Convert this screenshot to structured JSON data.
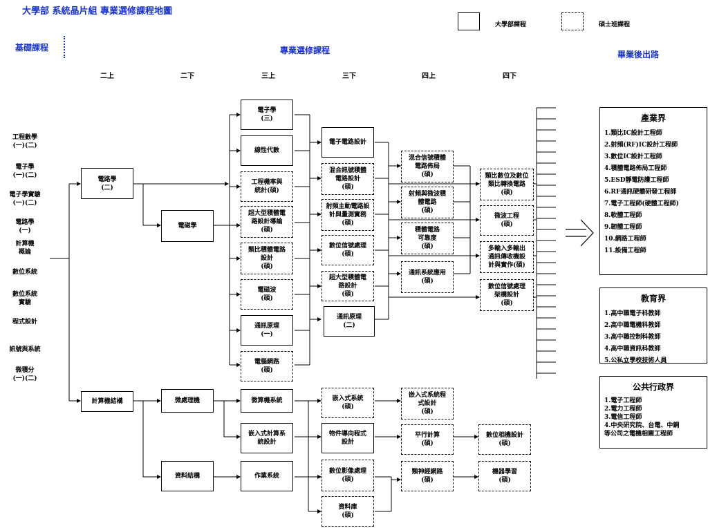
{
  "title": "大學部 系統晶片組 專業選修課程地圖",
  "legend": [
    {
      "label": "大學部課程",
      "style": "solid"
    },
    {
      "label": "碩士班課程",
      "style": "dashed"
    }
  ],
  "sections": {
    "basic": "基礎課程",
    "elective": "專業選修課程",
    "career": "畢業後出路"
  },
  "semesters": [
    "二上",
    "二下",
    "三上",
    "三下",
    "四上",
    "四下"
  ],
  "basic_courses": [
    "工程數學\n(一)(二)",
    "電子學\n(一)(二)",
    "電子學實驗\n(一)(二)",
    "電路學\n(一)",
    "計算機\n概論",
    "數位系統",
    "數位系統\n實驗",
    "程式設計",
    "訊號與系統",
    "微積分\n(一)(二)"
  ],
  "courses": {
    "circuit2": {
      "label": "電路學\n(二)",
      "style": "solid"
    },
    "computer_org": {
      "label": "計算機結構",
      "style": "solid"
    },
    "electromagnetics": {
      "label": "電磁學",
      "style": "solid"
    },
    "microprocessor": {
      "label": "微處理機",
      "style": "solid"
    },
    "data_structure": {
      "label": "資料結構",
      "style": "solid"
    },
    "electronics3": {
      "label": "電子學\n(三)",
      "style": "solid"
    },
    "linear_algebra": {
      "label": "線性代數",
      "style": "solid"
    },
    "probability": {
      "label": "工程機率與\n統計(碩)",
      "style": "dashed"
    },
    "vlsi_intro": {
      "label": "超大型積體電\n路設計導論\n(碩)",
      "style": "dashed"
    },
    "analog_ic": {
      "label": "類比積體電路\n設計\n(碩)",
      "style": "dashed"
    },
    "em_waves": {
      "label": "電磁波\n(碩)",
      "style": "dashed"
    },
    "comm1": {
      "label": "通訊原理\n(一)",
      "style": "solid"
    },
    "networks": {
      "label": "電腦網路\n(碩)",
      "style": "dashed"
    },
    "microcomputer": {
      "label": "微算機系統",
      "style": "solid"
    },
    "embedded_comp": {
      "label": "嵌入式計算系\n統設計",
      "style": "solid"
    },
    "os": {
      "label": "作業系統",
      "style": "solid"
    },
    "elec_circuit_design": {
      "label": "電子電路設計",
      "style": "solid"
    },
    "mixed_signal": {
      "label": "混合訊號積體\n電路設計\n(碩)",
      "style": "dashed"
    },
    "rf_active": {
      "label": "射頻主動電路設\n計與量測實務\n(碩)",
      "style": "dashed"
    },
    "dsp": {
      "label": "數位信號處理\n(碩)",
      "style": "dashed"
    },
    "vlsi_design": {
      "label": "超大型積體電\n路設計\n(碩)",
      "style": "dashed"
    },
    "comm2": {
      "label": "通訊原理\n(二)",
      "style": "solid"
    },
    "embedded_sys": {
      "label": "嵌入式系統\n(碩)",
      "style": "dashed"
    },
    "oop": {
      "label": "物件導向程式\n設計",
      "style": "solid"
    },
    "image_proc": {
      "label": "數位影像處理\n(碩)",
      "style": "dashed"
    },
    "database": {
      "label": "資料庫\n(碩)",
      "style": "dashed"
    },
    "mixed_layout": {
      "label": "混合信號積體\n電路佈局\n(碩)",
      "style": "dashed"
    },
    "rf_microwave": {
      "label": "射頻與微波積\n體電路\n(碩)",
      "style": "dashed"
    },
    "ic_reliability": {
      "label": "積體電路\n可靠度\n(碩)",
      "style": "dashed"
    },
    "comm_app": {
      "label": "通訊系統應用\n(碩)",
      "style": "dashed"
    },
    "embedded_sys_design": {
      "label": "嵌入式系統程\n式設計\n(碩)",
      "style": "dashed"
    },
    "parallel": {
      "label": "平行計算\n(碩)",
      "style": "dashed"
    },
    "neural_net": {
      "label": "類神經網路\n(碩)",
      "style": "dashed"
    },
    "adc_dac": {
      "label": "類比數位及數位\n類比轉換電路\n(碩)",
      "style": "dashed"
    },
    "microwave_eng": {
      "label": "微波工程\n(碩)",
      "style": "dashed"
    },
    "mimo": {
      "label": "多輸入多輸出\n通訊傳收機設\n計與實作(碩)",
      "style": "dashed"
    },
    "dsp_arch": {
      "label": "數位信號處理\n架構設計\n(碩)",
      "style": "dashed"
    },
    "digital_camera": {
      "label": "數位相機設計\n(碩)",
      "style": "dashed"
    },
    "machine_learning": {
      "label": "機器學習\n(碩)",
      "style": "dashed"
    }
  },
  "careers": [
    {
      "title": "產業界",
      "items": [
        "1.類比IC設計工程師",
        "2.射頻(RF)IC設計工程師",
        "3.數位IC設計工程師",
        "4.積體電路佈局工程師",
        "5.ESD靜電防護工程師",
        "6.RF通訊硬體研發工程師",
        "7.電子工程師(硬體工程師)",
        "8.軟體工程師",
        "9.韌體工程師",
        "10.網路工程師",
        "11.設備工程師"
      ]
    },
    {
      "title": "教育界",
      "items": [
        "1.高中職電子科教師",
        "2.高中職電機科教師",
        "3.高中職控制科教師",
        "4.高中職資訊科教師",
        "5.公私立學校技術人員"
      ]
    },
    {
      "title": "公共行政界",
      "items": [
        "1.電子工程師",
        "2.電力工程師",
        "3.電信工程師",
        "4.中央研究院、台電、中鋼",
        "  等公司之電機相關工程師"
      ]
    }
  ],
  "colors": {
    "heading": "#1a33cc",
    "line": "#000000"
  }
}
